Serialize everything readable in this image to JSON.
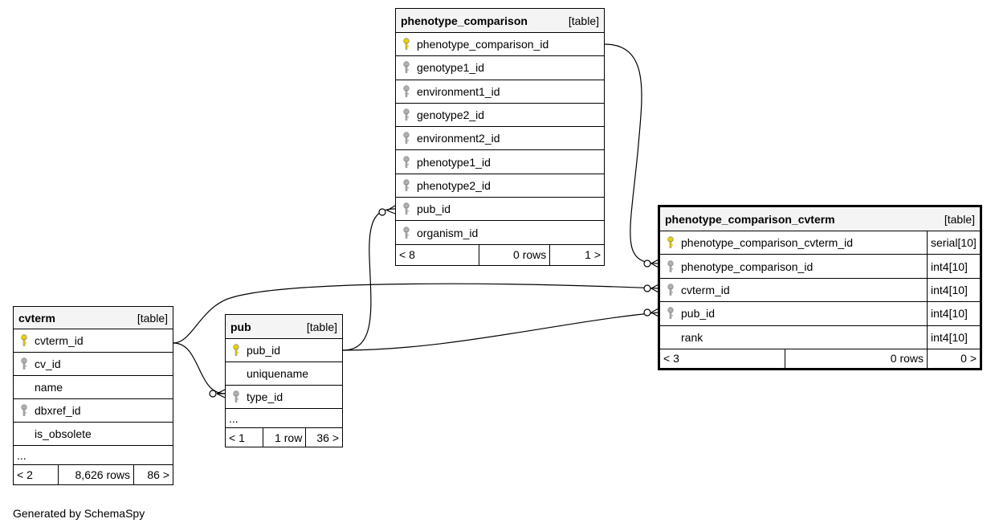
{
  "tables": {
    "cvterm": {
      "name": "cvterm",
      "tag": "[table]",
      "columns": [
        "cvterm_id",
        "cv_id",
        "name",
        "dbxref_id",
        "is_obsolete"
      ],
      "ellipsis": "...",
      "footer": {
        "parents": "< 2",
        "rows": "8,626 rows",
        "children": "86 >"
      }
    },
    "pub": {
      "name": "pub",
      "tag": "[table]",
      "columns": [
        "pub_id",
        "uniquename",
        "type_id"
      ],
      "ellipsis": "...",
      "footer": {
        "parents": "< 1",
        "rows": "1 row",
        "children": "36 >"
      }
    },
    "phenotype_comparison": {
      "name": "phenotype_comparison",
      "tag": "[table]",
      "columns": [
        "phenotype_comparison_id",
        "genotype1_id",
        "environment1_id",
        "genotype2_id",
        "environment2_id",
        "phenotype1_id",
        "phenotype2_id",
        "pub_id",
        "organism_id"
      ],
      "footer": {
        "parents": "< 8",
        "rows": "0 rows",
        "children": "1 >"
      }
    },
    "phenotype_comparison_cvterm": {
      "name": "phenotype_comparison_cvterm",
      "tag": "[table]",
      "columns": [
        "phenotype_comparison_cvterm_id",
        "phenotype_comparison_id",
        "cvterm_id",
        "pub_id",
        "rank"
      ],
      "types": [
        "serial[10]",
        "int4[10]",
        "int4[10]",
        "int4[10]",
        "int4[10]"
      ],
      "footer": {
        "parents": "< 3",
        "rows": "0 rows",
        "children": "0 >"
      }
    }
  },
  "icons": {
    "primary_key": "primary-key-icon",
    "foreign_key": "foreign-key-icon"
  },
  "colors": {
    "primary_key": "#e6d200",
    "foreign_key": "#b0b0b0",
    "header_bg": "#f4f4f4"
  },
  "credit": "Generated by SchemaSpy"
}
